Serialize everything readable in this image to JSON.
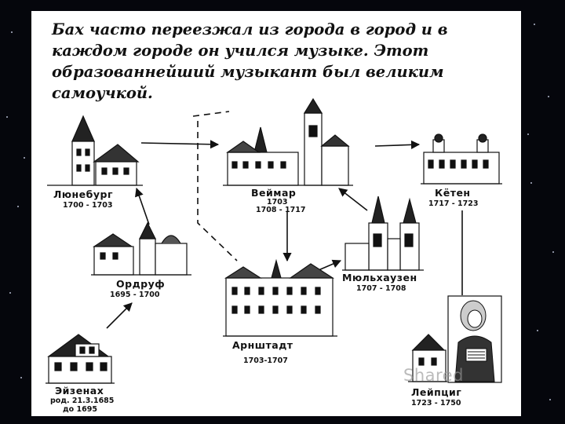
{
  "slide": {
    "caption": "Бах часто переезжал из города в город и в каждом городе он учился музыке. Этот образованнейший  музыкант был великим самоучкой."
  },
  "map": {
    "cities": [
      {
        "id": "luneburg",
        "name": "Люнебург",
        "years": "1700 - 1703"
      },
      {
        "id": "weimar",
        "name": "Веймар",
        "years": "1703\n1708 - 1717"
      },
      {
        "id": "kothen",
        "name": "Кётен",
        "years": "1717 - 1723"
      },
      {
        "id": "ohrdruf",
        "name": "Ордруф",
        "years": "1695 - 1700"
      },
      {
        "id": "muhlhausen",
        "name": "Мюльхаузен",
        "years": "1707 - 1708"
      },
      {
        "id": "arnstadt",
        "name": "Арнштадт",
        "years": "1703-1707"
      },
      {
        "id": "eisenach",
        "name": "Эйзенах",
        "years": "род. 21.3.1685\nдо 1695"
      },
      {
        "id": "leipzig",
        "name": "Лейпциг",
        "years": "1723 - 1750"
      }
    ]
  },
  "watermark": "Shared",
  "colors": {
    "background": "#05060c",
    "slide": "#ffffff",
    "ink": "#111111"
  }
}
